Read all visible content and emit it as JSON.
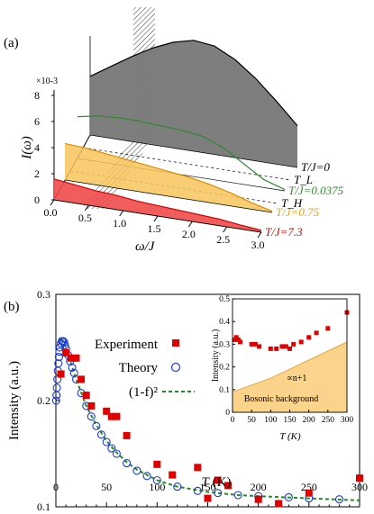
{
  "chart_data": [
    {
      "type": "area",
      "panel_label": "(a)",
      "xlabel": "ω/J",
      "ylabel": "I(ω)",
      "y_multiplier": "×10-3",
      "x_ticks": [
        "0.0",
        "0.5",
        "1.0",
        "1.5",
        "2.0",
        "2.5",
        "3.0"
      ],
      "y_ticks": [
        "0",
        "2",
        "4",
        "6",
        "8"
      ],
      "series": [
        {
          "name": "T/J=0",
          "color": "#555555",
          "x": [
            0.0,
            0.3,
            0.6,
            0.9,
            1.2,
            1.5,
            1.8,
            2.1,
            2.4,
            2.7,
            3.0
          ],
          "y": [
            4.5,
            5.5,
            6.5,
            7.4,
            8.1,
            8.5,
            8.3,
            7.5,
            6.3,
            4.8,
            3.2
          ]
        },
        {
          "name": "T_L",
          "color": "#2e8b2e",
          "x": [
            0.0,
            0.3,
            0.6,
            0.9,
            1.2,
            1.5,
            1.8,
            2.1,
            2.4,
            2.7,
            3.0
          ],
          "y": [
            3.8,
            4.6,
            5.5,
            6.3,
            7.0,
            7.2,
            6.5,
            4.9,
            3.0,
            1.2,
            0.2
          ]
        },
        {
          "name": "T/J=0.0375",
          "color": "#2e8b2e",
          "x": [
            0.0,
            0.3,
            0.6,
            0.9,
            1.2,
            1.5,
            1.8,
            2.1,
            2.4,
            2.7,
            3.0
          ],
          "y": [
            3.2,
            3.5,
            3.6,
            3.6,
            3.5,
            3.4,
            3.2,
            2.6,
            1.6,
            0.6,
            0.1
          ]
        },
        {
          "name": "T_H",
          "color": "#f0a020",
          "x": [
            0.0,
            0.3,
            0.6,
            0.9,
            1.2,
            1.5,
            1.8,
            2.1,
            2.4,
            2.7,
            3.0
          ],
          "y": [
            3.0,
            2.9,
            2.7,
            2.6,
            2.4,
            2.3,
            2.1,
            1.7,
            1.2,
            0.5,
            0.1
          ]
        },
        {
          "name": "T/J=0.75",
          "color": "#f0a020",
          "x": [
            0.0,
            0.3,
            0.6,
            0.9,
            1.2,
            1.5,
            1.8,
            2.1,
            2.4,
            2.7,
            3.0
          ],
          "y": [
            2.8,
            2.7,
            2.5,
            2.3,
            2.1,
            1.9,
            1.7,
            1.4,
            1.0,
            0.5,
            0.1
          ]
        },
        {
          "name": "T/J=7.3",
          "color": "#e0282a",
          "x": [
            0.0,
            0.3,
            0.6,
            0.9,
            1.2,
            1.5,
            1.8,
            2.1,
            2.4,
            2.7,
            3.0
          ],
          "y": [
            1.6,
            1.4,
            1.2,
            1.1,
            0.9,
            0.8,
            0.7,
            0.6,
            0.5,
            0.3,
            0.15
          ]
        }
      ]
    },
    {
      "type": "scatter",
      "panel_label": "(b)",
      "xlabel": "T (K)",
      "ylabel": "Intensity (a.u.)",
      "xlim": [
        0,
        300
      ],
      "ylim": [
        0.1,
        0.3
      ],
      "x_ticks": [
        "0",
        "50",
        "100",
        "150",
        "200",
        "250",
        "300"
      ],
      "y_ticks": [
        "0.1",
        "0.2",
        "0.3"
      ],
      "legend_position": "top-center",
      "series": [
        {
          "name": "Experiment",
          "marker": "square",
          "color": "#e00000",
          "x": [
            5,
            10,
            15,
            20,
            25,
            30,
            35,
            50,
            55,
            60,
            70,
            100,
            115,
            140,
            150,
            160,
            170,
            200,
            220,
            250,
            300
          ],
          "y": [
            0.225,
            0.245,
            0.24,
            0.24,
            0.22,
            0.205,
            0.195,
            0.19,
            0.185,
            0.185,
            0.167,
            0.14,
            0.13,
            0.137,
            0.108,
            0.125,
            0.12,
            0.107,
            0.103,
            0.113,
            0.127
          ]
        },
        {
          "name": "Theory",
          "marker": "circle",
          "color": "#1f3ad6",
          "x": [
            0.3,
            0.6,
            1,
            1.5,
            2,
            2.5,
            3,
            3.5,
            4,
            5,
            6,
            7,
            8,
            9,
            10,
            12,
            14,
            16,
            18,
            20,
            25,
            30,
            35,
            40,
            45,
            50,
            55,
            60,
            70,
            80,
            90,
            100,
            120,
            140,
            160,
            180,
            200,
            230,
            250,
            280
          ],
          "y": [
            0.2,
            0.205,
            0.212,
            0.22,
            0.228,
            0.235,
            0.241,
            0.246,
            0.25,
            0.254,
            0.256,
            0.256,
            0.255,
            0.252,
            0.249,
            0.243,
            0.237,
            0.231,
            0.226,
            0.22,
            0.207,
            0.195,
            0.185,
            0.176,
            0.168,
            0.161,
            0.155,
            0.15,
            0.141,
            0.134,
            0.129,
            0.125,
            0.119,
            0.115,
            0.113,
            0.111,
            0.11,
            0.109,
            0.108,
            0.107
          ]
        },
        {
          "name": "(1-f)²",
          "style": "dashed",
          "color": "#228b22",
          "x": [
            5,
            10,
            20,
            30,
            40,
            50,
            60,
            70,
            80,
            100,
            120,
            150,
            180,
            200,
            250,
            300
          ],
          "y": [
            0.258,
            0.25,
            0.22,
            0.195,
            0.177,
            0.162,
            0.151,
            0.142,
            0.135,
            0.125,
            0.119,
            0.114,
            0.111,
            0.11,
            0.108,
            0.106
          ]
        }
      ],
      "inset": {
        "xlabel": "T (K)",
        "ylabel": "Intensity (a.u.)",
        "xlim": [
          0,
          300
        ],
        "ylim": [
          0,
          0.5
        ],
        "x_ticks": [
          "0",
          "50",
          "100",
          "150",
          "200",
          "250",
          "300"
        ],
        "y_ticks": [
          "0",
          "0.1",
          "0.2",
          "0.3",
          "0.4",
          "0.5"
        ],
        "series": [
          {
            "name": "Experiment",
            "marker": "square",
            "color": "#e00000",
            "x": [
              5,
              10,
              15,
              20,
              50,
              60,
              70,
              100,
              115,
              130,
              140,
              150,
              160,
              180,
              200,
              220,
              250,
              300
            ],
            "y": [
              0.32,
              0.33,
              0.32,
              0.31,
              0.3,
              0.3,
              0.29,
              0.28,
              0.28,
              0.29,
              0.29,
              0.28,
              0.3,
              0.31,
              0.33,
              0.35,
              0.37,
              0.44
            ]
          },
          {
            "name": "Bosonic background",
            "fill": "#fbd38a",
            "x": [
              0,
              50,
              100,
              150,
              200,
              250,
              300
            ],
            "y": [
              0.09,
              0.12,
              0.15,
              0.19,
              0.23,
              0.27,
              0.31
            ]
          }
        ],
        "annotations": [
          "∝n+1",
          "Bosonic background"
        ]
      }
    }
  ]
}
